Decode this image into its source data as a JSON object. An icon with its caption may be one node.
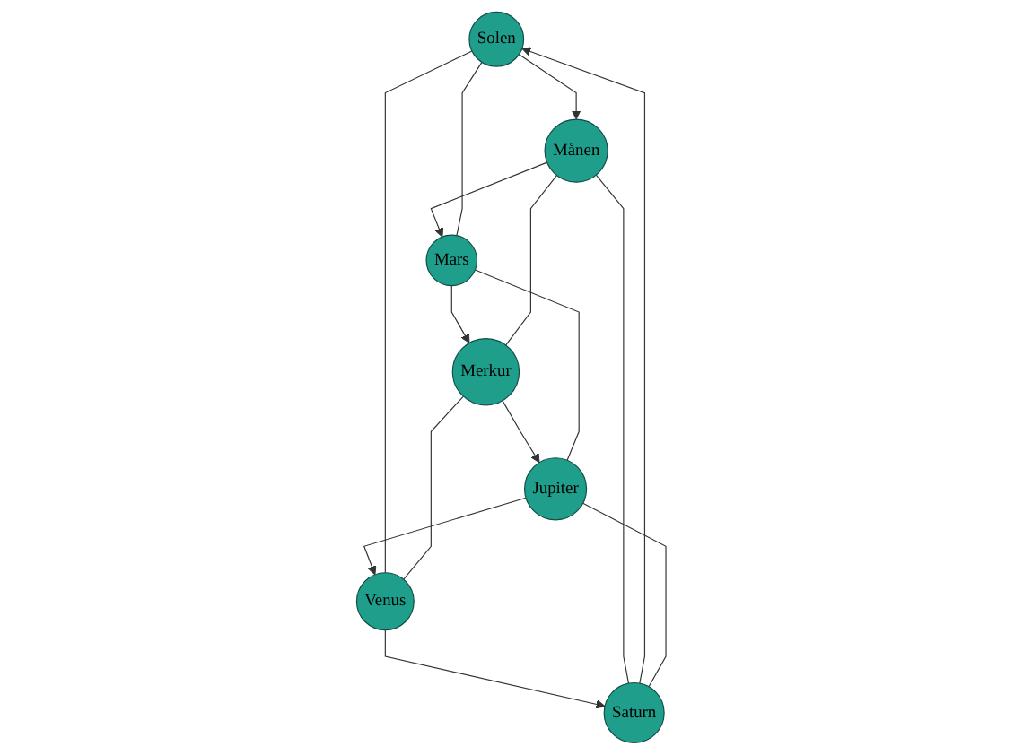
{
  "diagram": {
    "nodes": [
      {
        "text": [
          "Solen"
        ]
      },
      {
        "text": [
          "Mars"
        ]
      },
      {
        "text": [
          "Venus"
        ]
      },
      {
        "text": [
          "Jupiter"
        ]
      },
      {
        "text": [
          "Merkur"
        ]
      },
      {
        "text": [
          "Saturn"
        ]
      },
      {
        "text": [
          "Månen"
        ]
      }
    ],
    "edges": [
      {
        "from": 0,
        "to": 6,
        "arrow": "to"
      },
      {
        "from": 6,
        "to": 1,
        "arrow": "to"
      },
      {
        "from": 1,
        "to": 4,
        "arrow": "to"
      },
      {
        "from": 4,
        "to": 3,
        "arrow": "to"
      },
      {
        "from": 3,
        "to": 2,
        "arrow": "to"
      },
      {
        "from": 2,
        "to": 5,
        "arrow": "to"
      },
      {
        "from": 5,
        "to": 0,
        "arrow": "to"
      },
      {
        "from": 0,
        "to": 2,
        "arrow": "none"
      },
      {
        "from": 2,
        "to": 4,
        "arrow": "none"
      },
      {
        "from": 4,
        "to": 6,
        "arrow": "none"
      },
      {
        "from": 6,
        "to": 5,
        "arrow": "none"
      },
      {
        "from": 5,
        "to": 3,
        "arrow": "none"
      },
      {
        "from": 3,
        "to": 1,
        "arrow": "none"
      },
      {
        "from": 1,
        "to": 0,
        "arrow": "none"
      }
    ]
  }
}
